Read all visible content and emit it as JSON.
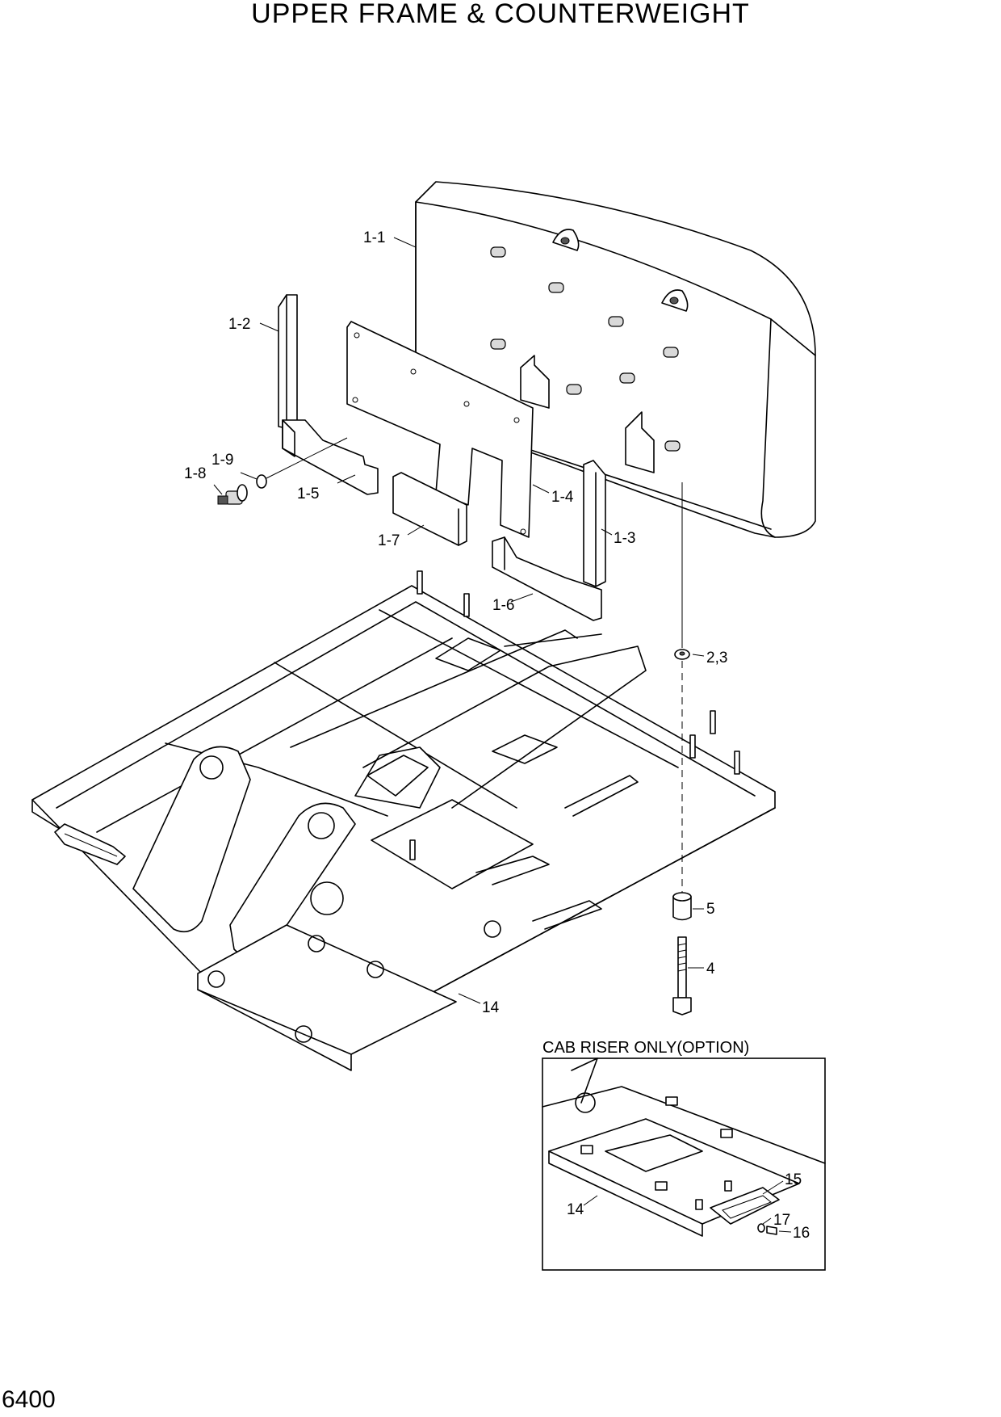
{
  "title": "UPPER FRAME & COUNTERWEIGHT",
  "page_code": "6400",
  "inset": {
    "title": "CAB RISER ONLY(OPTION)"
  },
  "callouts": {
    "c1_1": "1-1",
    "c1_2": "1-2",
    "c1_3": "1-3",
    "c1_4": "1-4",
    "c1_5": "1-5",
    "c1_6": "1-6",
    "c1_7": "1-7",
    "c1_8": "1-8",
    "c1_9": "1-9",
    "c2_3": "2,3",
    "c4": "4",
    "c5": "5",
    "c14": "14",
    "c14_inset": "14",
    "c15": "15",
    "c16": "16",
    "c17": "17"
  }
}
